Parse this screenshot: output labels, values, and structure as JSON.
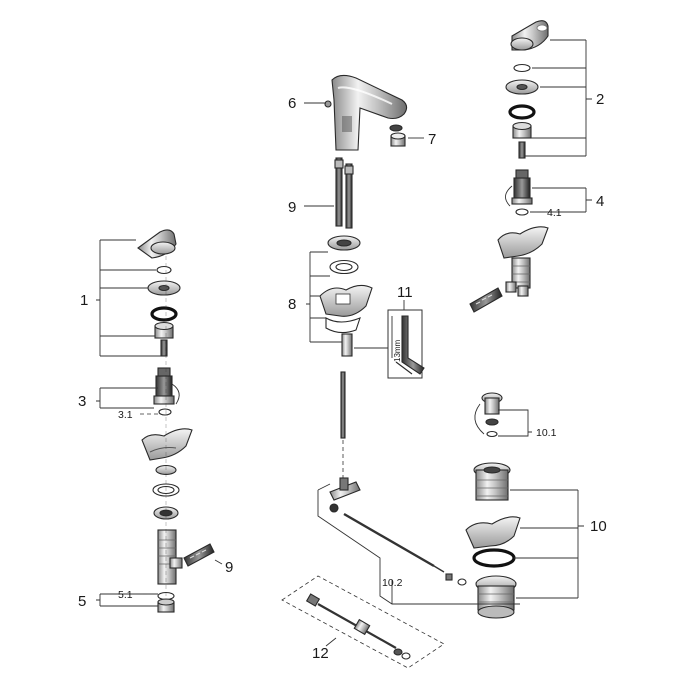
{
  "diagram": {
    "labels": {
      "l1": "1",
      "l2": "2",
      "l3": "3",
      "l3_1": "3.1",
      "l4": "4",
      "l4_1": "4.1",
      "l5": "5",
      "l5_1": "5.1",
      "l6": "6",
      "l7": "7",
      "l8": "8",
      "l9a": "9",
      "l9b": "9",
      "l10": "10",
      "l10_1": "10.1",
      "l10_2": "10.2",
      "l11": "11",
      "l11_dim": "13mm",
      "l12": "12"
    }
  }
}
